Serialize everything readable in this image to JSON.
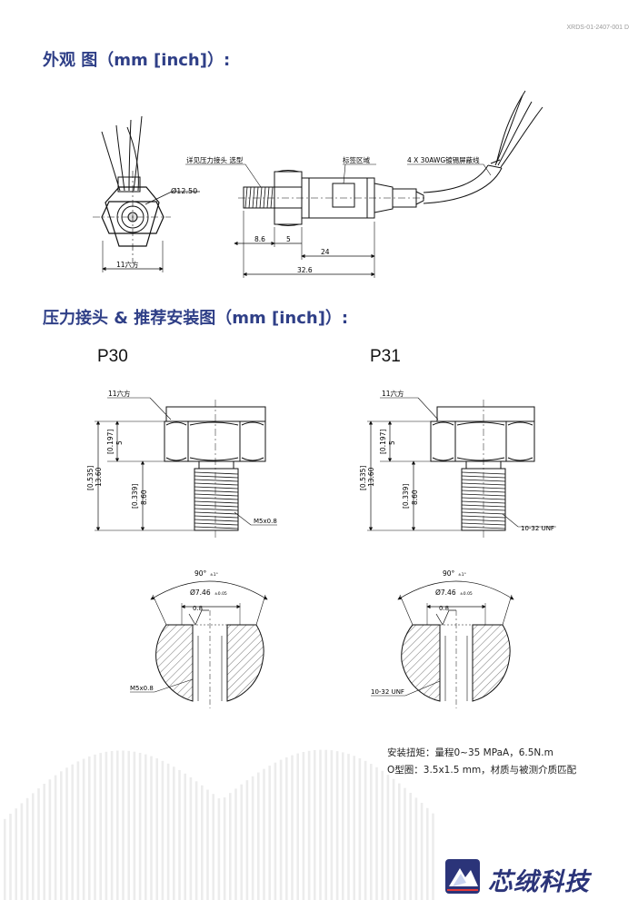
{
  "header": {
    "doc_id": "XRDS-01-2407-001 D"
  },
  "section1": {
    "title": "外观 图（mm [inch]）:",
    "labels": {
      "connector_note": "详见压力接头 选型",
      "label_area": "标签区域",
      "cable": "4 X 30AWG镀锡屏蔽线",
      "diameter": "Ø12.50",
      "hex": "11六方",
      "dim_8_6": "8.6",
      "dim_5": "5",
      "dim_24": "24",
      "dim_32_6": "32.6"
    }
  },
  "section2": {
    "title": "压力接头 & 推荐安装图（mm [inch]）:",
    "p30": {
      "name": "P30",
      "hex": "11六方",
      "inch_total": "[0.535]",
      "mm_total": "13.60",
      "inch_head": "[0.197]",
      "mm_head": "5",
      "inch_thread": "[0.339]",
      "mm_thread": "8.60",
      "thread": "M5x0.8",
      "angle": "90°",
      "angle_tol": "±1°",
      "bore": "Ø7.46",
      "bore_tol": "±0.05",
      "roughness": "0.8",
      "thread_bottom": "M5x0.8"
    },
    "p31": {
      "name": "P31",
      "hex": "11六方",
      "inch_total": "[0.535]",
      "mm_total": "13.60",
      "inch_head": "[0.197]",
      "mm_head": "5",
      "inch_thread": "[0.339]",
      "mm_thread": "8.60",
      "thread": "10-32 UNF",
      "angle": "90°",
      "angle_tol": "±1°",
      "bore": "Ø7.46",
      "bore_tol": "±0.05",
      "roughness": "0.8",
      "thread_bottom": "10-32 UNF"
    }
  },
  "notes": {
    "torque": "安装扭矩：量程0~35 MPaA，6.5N.m",
    "oring": "O型圈：3.5x1.5 mm，材质与被测介质匹配"
  },
  "brand": {
    "name": "芯绒科技"
  }
}
